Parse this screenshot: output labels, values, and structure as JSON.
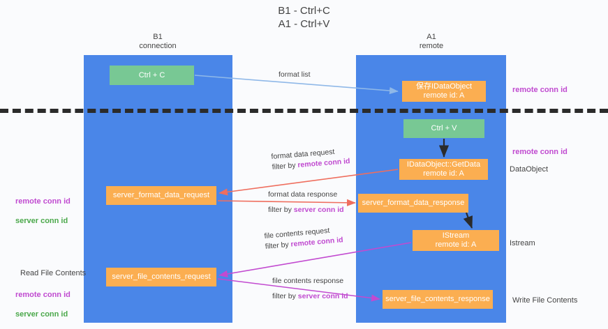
{
  "title": "B1 - Ctrl+C\nA1 - Ctrl+V",
  "lanes": [
    {
      "name": "b1",
      "label": "B1\nconnection",
      "color": "#4a86e8"
    },
    {
      "name": "a1",
      "label": "A1\nremote",
      "color": "#4a86e8"
    }
  ],
  "boxes": {
    "ctrl_c": "Ctrl + C",
    "ctrl_v": "Ctrl + V",
    "save_idataobject": "保存IDataObject\nremote id: A",
    "getdata": "IDataObject::GetData\nremote id: A",
    "istream": "IStream\nremote id: A",
    "server_format_data_request": "server_format_data_request",
    "server_format_data_response": "server_format_data_response",
    "server_file_contents_request": "server_file_contents_request",
    "server_file_contents_response": "server_file_contents_response"
  },
  "edge_labels": {
    "format_list": "format list",
    "format_data_request": "format data request",
    "format_data_request_filter_prefix": "filter by ",
    "format_data_request_filter_key": "remote conn id",
    "format_data_response": "format data response",
    "format_data_response_filter_prefix": "filter by ",
    "format_data_response_filter_key": "server conn id",
    "file_contents_request": "file contents request",
    "file_contents_request_filter_prefix": "filter by ",
    "file_contents_request_filter_key": "remote conn id",
    "file_contents_response": "file contents response",
    "file_contents_response_filter_prefix": "filter by ",
    "file_contents_response_filter_key": "server conn id"
  },
  "notes": {
    "remote_conn_id_top": "remote conn id",
    "remote_conn_id_mid": "remote conn id",
    "dataobject": "DataObject",
    "istream": "Istream",
    "write_file_contents": "Write File Contents",
    "read_file_contents": "Read File Contents",
    "left_ids_line1": "remote conn id",
    "left_ids_line2": "server conn id",
    "left_ids2_line1": "remote conn id",
    "left_ids2_line2": "server conn id"
  },
  "colors": {
    "lane": "#4a86e8",
    "green_box": "#78c894",
    "orange_box": "#fbae51",
    "purple_text": "#c04ad0",
    "green_text": "#4aa84a",
    "red_arrow": "#ef6e5e",
    "magenta_arrow": "#c24ad0",
    "blue_arrow": "#8fb8e8",
    "divider": "#2b2b2b"
  }
}
